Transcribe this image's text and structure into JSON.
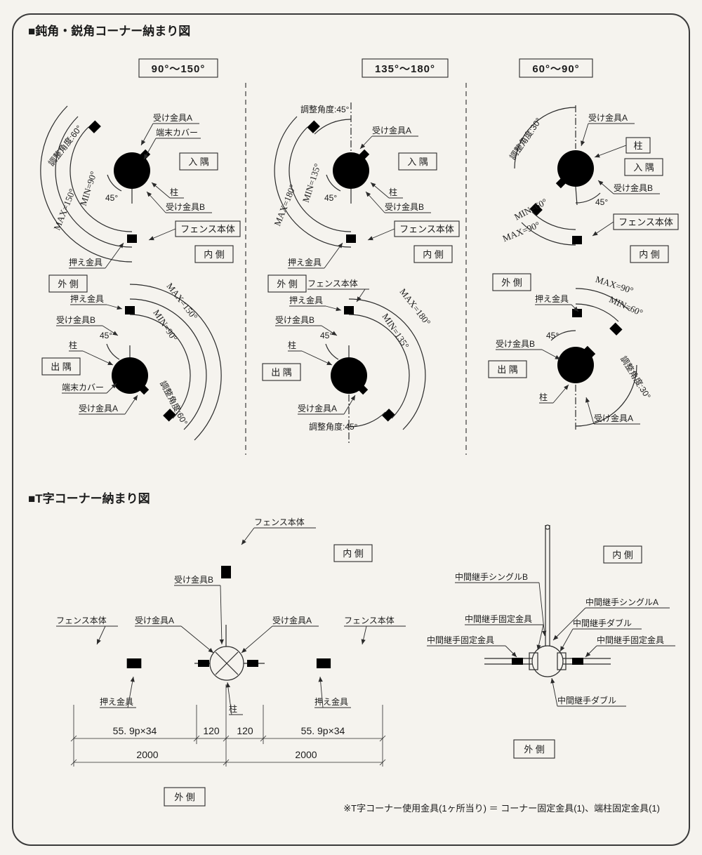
{
  "page": {
    "bg": "#f5f3ee",
    "line_color": "#2a2a2a"
  },
  "section1": {
    "title": "■鈍角・鋭角コーナー納まり図",
    "panels": [
      {
        "header": "90°～150°",
        "adjust": "調整角度:60°",
        "max": "MAX=150°",
        "min": "MIN=90°",
        "deg45": "45°"
      },
      {
        "header": "135°～180°",
        "adjust": "調整角度:45°",
        "max": "MAX=180°",
        "min": "MIN=135°",
        "deg45": "45°"
      },
      {
        "header": "60°～90°",
        "adjust": "調整角度:30°",
        "max": "MAX=90°",
        "min": "MIN=60°",
        "deg45": "45°"
      }
    ],
    "labels": {
      "uke_a": "受け金具A",
      "uke_b": "受け金具B",
      "cover": "端末カバー",
      "post": "柱",
      "fence": "フェンス本体",
      "holder": "押え金具",
      "inner_corner": "入 隅",
      "outer_corner": "出 隅",
      "inside": "内 側",
      "outside": "外 側"
    }
  },
  "section2": {
    "title": "■T字コーナー納まり図",
    "labels": {
      "fence": "フェンス本体",
      "uke_a": "受け金具A",
      "uke_b": "受け金具B",
      "holder": "押え金具",
      "post": "柱",
      "inside": "内 側",
      "outside": "外 側",
      "joint_single_b": "中間継手シングルB",
      "joint_single_a": "中間継手シングルA",
      "joint_fix": "中間継手固定金具",
      "joint_double": "中間継手ダブル"
    },
    "dims": {
      "pitch": "55. 9p×34",
      "d120": "120",
      "d2000": "2000"
    },
    "note": "※T字コーナー使用金具(1ヶ所当り) ＝ コーナー固定金具(1)、端柱固定金具(1)"
  }
}
